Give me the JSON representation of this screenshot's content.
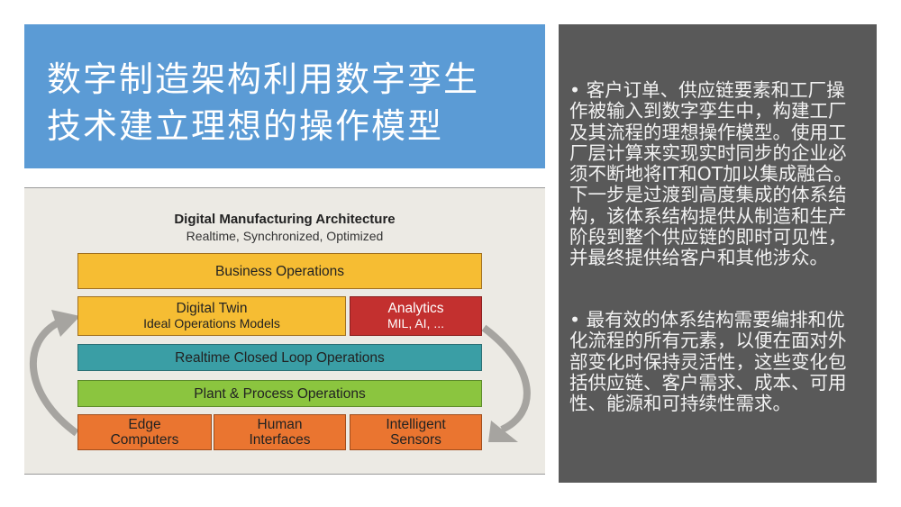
{
  "title": {
    "lines": [
      "数字制造架构利用数字孪生",
      "技术建立理想的操作模型"
    ]
  },
  "panel": {
    "para1": [
      "•  客户订单、供应链要素和工厂操",
      "作被输入到数字孪生中，构建工厂",
      "及其流程的理想操作模型。使用工",
      "厂层计算来实现实时同步的企业必",
      "须不断地将IT和OT加以集成融合。",
      "下一步是过渡到高度集成的体系结",
      "构，该体系结构提供从制造和生产",
      "阶段到整个供应链的即时可见性，",
      "并最终提供给客户和其他涉众。"
    ],
    "para2": [
      "•  最有效的体系结构需要编排和优",
      "化流程的所有元素，以便在面对外",
      "部变化时保持灵活性，这些变化包",
      "括供应链、客户需求、成本、可用",
      "性、能源和可持续性需求。"
    ]
  },
  "diagram": {
    "title": "Digital Manufacturing Architecture",
    "subtitle": "Realtime, Synchronized, Optimized",
    "business": "Business Operations",
    "twin": "Digital Twin",
    "twin_sub": "Ideal Operations Models",
    "analytics": "Analytics",
    "analytics_sub": "MIL, AI, ...",
    "realtime": "Realtime Closed Loop Operations",
    "plant": "Plant & Process Operations",
    "edge": [
      "Edge",
      "Computers"
    ],
    "human": [
      "Human",
      "Interfaces"
    ],
    "sensors": [
      "Intelligent",
      "Sensors"
    ]
  }
}
